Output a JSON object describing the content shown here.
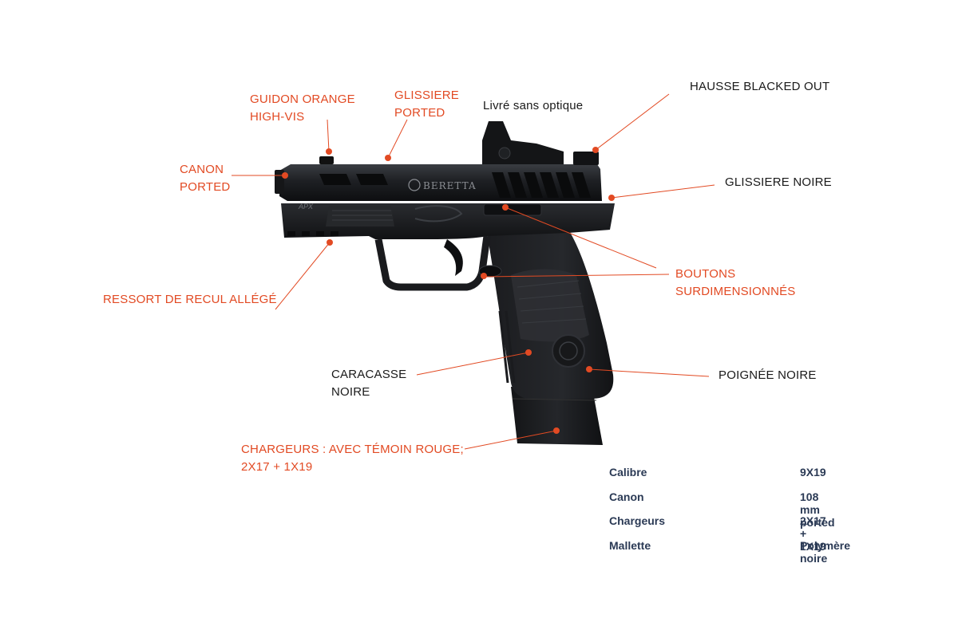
{
  "colors": {
    "label_orange": "#e24a23",
    "label_black": "#1a1a1a",
    "spec_text": "#2b3a55",
    "callout_line": "#e24a23",
    "dot": "#e24a23"
  },
  "labels": {
    "guidon": [
      "GUIDON ORANGE",
      "HIGH-VIS"
    ],
    "glissiere_ported": [
      "GLISSIERE",
      "PORTED"
    ],
    "optique": "Livré sans optique",
    "hausse": "HAUSSE BLACKED OUT",
    "canon_ported": [
      "CANON",
      "PORTED"
    ],
    "glissiere_noire": "GLISSIERE NOIRE",
    "boutons": [
      "BOUTONS",
      "SURDIMENSIONNÉS"
    ],
    "ressort": "RESSORT DE RECUL ALLÉGÉ",
    "carcasse": [
      "CARACASSE",
      "NOIRE"
    ],
    "poignee": "POIGNÉE NOIRE",
    "chargeurs": [
      "CHARGEURS : AVEC TÉMOIN ROUGE;",
      "2X17 + 1X19"
    ]
  },
  "product": {
    "brand_marking": "BERETTA",
    "model_marking": "APX"
  },
  "specs": [
    {
      "label": "Calibre",
      "value": "9X19"
    },
    {
      "label": "Canon",
      "value": "108 mm ported"
    },
    {
      "label": "Chargeurs",
      "value": "2X17 + 1X19"
    },
    {
      "label": "Mallette",
      "value": "Polymère noire"
    }
  ]
}
